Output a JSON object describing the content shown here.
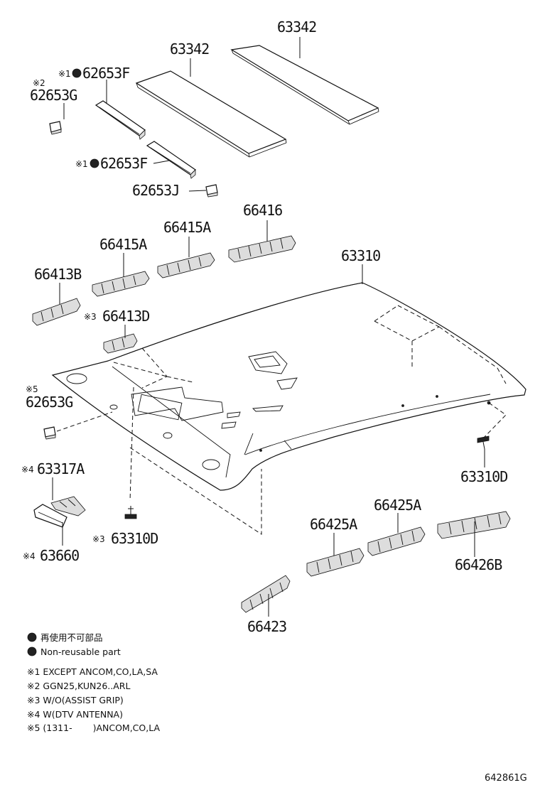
{
  "callouts": {
    "c63342_right": "63342",
    "c63342_left": "63342",
    "c62653F_top": "62653F",
    "c62653G_top": "62653G",
    "c62653F_mid": "62653F",
    "c62653J": "62653J",
    "c66416": "66416",
    "c66415A_right": "66415A",
    "c66415A_left": "66415A",
    "c63310": "63310",
    "c66413B": "66413B",
    "c66413D": "66413D",
    "c62653G_side": "62653G",
    "c63317A": "63317A",
    "c63310D_right": "63310D",
    "c63310D_lower": "63310D",
    "c63660": "63660",
    "c66425A_right": "66425A",
    "c66425A_left": "66425A",
    "c66426B": "66426B",
    "c66423": "66423"
  },
  "marks": {
    "m1": "※1",
    "m2": "※2",
    "m3": "※3",
    "m4": "※4",
    "m5": "※5"
  },
  "legend": {
    "jp": "再使用不可部品",
    "en": "Non-reusable part",
    "notes": [
      "※1 EXCEPT ANCOM,CO,LA,SA",
      "※2 GGN25,KUN26..ARL",
      "※3 W/O(ASSIST GRIP)",
      "※4 W(DTV ANTENNA)",
      "※5 (1311-　　 )ANCOM,CO,LA"
    ]
  },
  "drawing_code": "642861G"
}
